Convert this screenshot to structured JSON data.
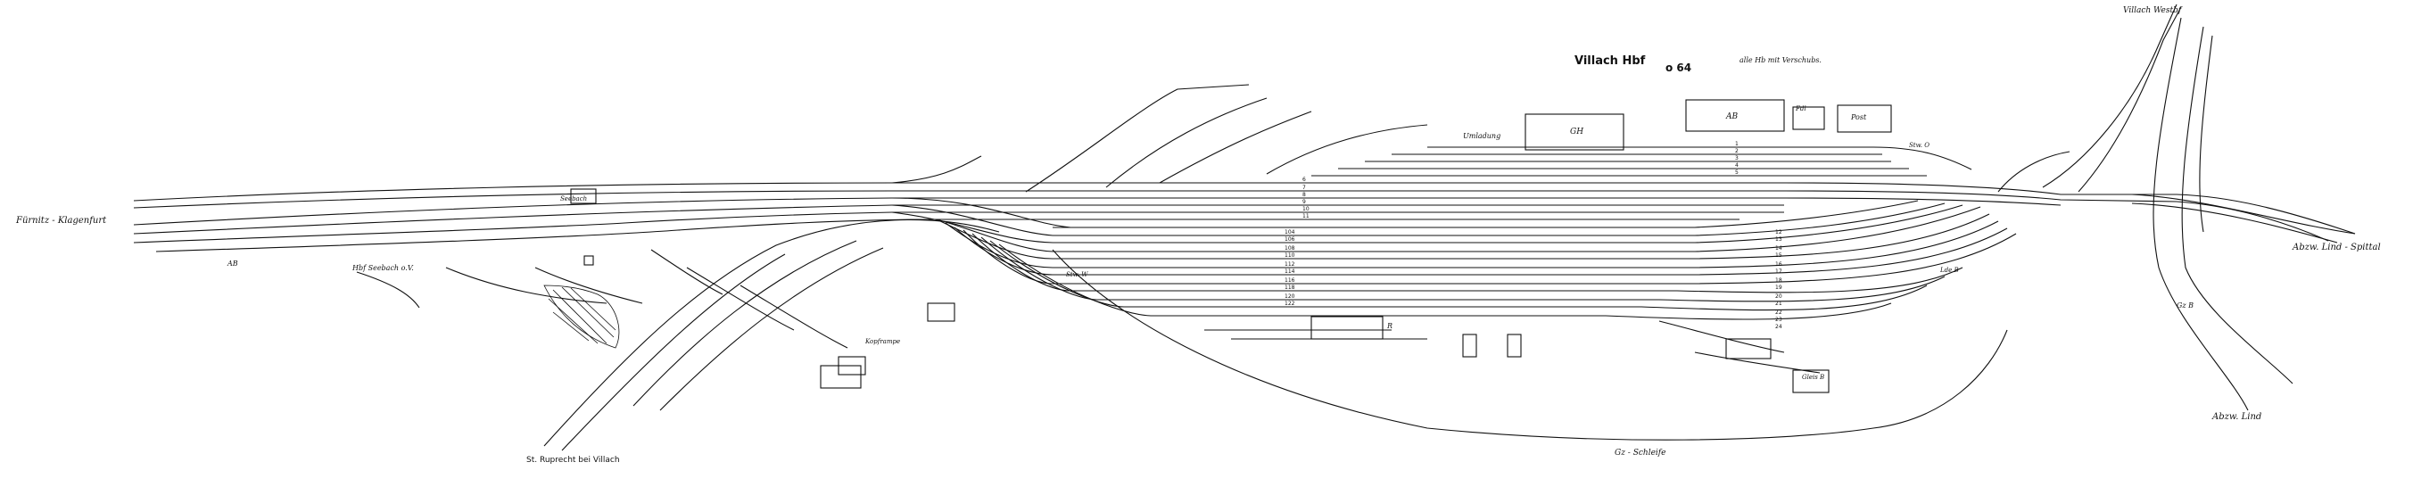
{
  "title": "Villach Hbf",
  "code": "o 64",
  "note": "alle Hb mit Verschubs.",
  "labels": {
    "west_line": "Fürnitz - Klagenfurt",
    "north_line": "Villach Westbf",
    "east_line": "Abzw. Lind - Spittal",
    "southeast_line": "Abzw. Lind",
    "south_line": "St. Ruprecht bei Villach",
    "freight_loop": "Gz - Schleife",
    "track_to_seebach": "Hbf Seebach o.V.",
    "building_ab": "AB",
    "building_fdl": "Fdl",
    "building_post": "Post",
    "building_gh": "GH",
    "building_r": "R",
    "unloading": "Umladung",
    "kopframpe": "Kopframpe",
    "track_ab": "AB",
    "seebach_label": "Seebach",
    "freight_b": "Gz B",
    "tower_w": "Stw. W",
    "tower_o": "Stw. O",
    "tunnel_b": "Lde B",
    "gleis_b": "Gleis B"
  },
  "tracks_numbers": [
    "1",
    "2",
    "3",
    "4",
    "5",
    "6",
    "7",
    "8",
    "9",
    "10",
    "11",
    "12",
    "13",
    "14",
    "15",
    "16",
    "17",
    "18",
    "19",
    "20",
    "21",
    "22",
    "23",
    "24"
  ],
  "platform_numbers": [
    "104",
    "106",
    "108",
    "110",
    "112",
    "114",
    "116",
    "118",
    "120",
    "122"
  ],
  "colors": {
    "line": "#111111",
    "background": "#ffffff"
  }
}
